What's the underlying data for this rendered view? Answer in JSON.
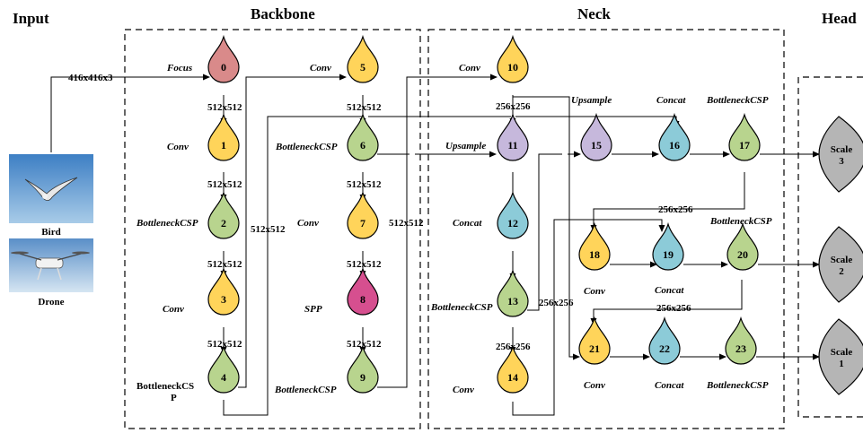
{
  "sections": {
    "input": "Input",
    "backbone": "Backbone",
    "neck": "Neck",
    "head": "Head"
  },
  "input": {
    "size": "416x416x3",
    "images": [
      "Bird",
      "Drone"
    ]
  },
  "colors": {
    "focus": "#d98a8a",
    "conv": "#ffd45a",
    "csp": "#b8d48e",
    "spp": "#d64f8f",
    "upsample": "#c6b8dc",
    "concat": "#8ccbd8",
    "scale": "#b5b5b5"
  },
  "nodes": [
    {
      "id": "0",
      "label": "Focus",
      "color": "focus"
    },
    {
      "id": "1",
      "label": "Conv",
      "color": "conv"
    },
    {
      "id": "2",
      "label": "BottleneckCSP",
      "color": "csp"
    },
    {
      "id": "3",
      "label": "Conv",
      "color": "conv"
    },
    {
      "id": "4",
      "label": "BottleneckCS P",
      "color": "csp"
    },
    {
      "id": "5",
      "label": "Conv",
      "color": "conv"
    },
    {
      "id": "6",
      "label": "BottleneckCSP",
      "color": "csp"
    },
    {
      "id": "7",
      "label": "Conv",
      "color": "conv"
    },
    {
      "id": "8",
      "label": "SPP",
      "color": "spp"
    },
    {
      "id": "9",
      "label": "BottleneckCSP",
      "color": "csp"
    },
    {
      "id": "10",
      "label": "Conv",
      "color": "conv"
    },
    {
      "id": "11",
      "label": "Upsample",
      "color": "upsample"
    },
    {
      "id": "12",
      "label": "Concat",
      "color": "concat"
    },
    {
      "id": "13",
      "label": "BottleneckCSP",
      "color": "csp"
    },
    {
      "id": "14",
      "label": "Conv",
      "color": "conv"
    },
    {
      "id": "15",
      "label": "Upsample",
      "color": "upsample"
    },
    {
      "id": "16",
      "label": "Concat",
      "color": "concat"
    },
    {
      "id": "17",
      "label": "BottleneckCSP",
      "color": "csp"
    },
    {
      "id": "18",
      "label": "Conv",
      "color": "conv"
    },
    {
      "id": "19",
      "label": "Concat",
      "color": "concat"
    },
    {
      "id": "20",
      "label": "BottleneckCSP",
      "color": "csp"
    },
    {
      "id": "21",
      "label": "Conv",
      "color": "conv"
    },
    {
      "id": "22",
      "label": "Concat",
      "color": "concat"
    },
    {
      "id": "23",
      "label": "BottleneckCSP",
      "color": "csp"
    }
  ],
  "scales": [
    {
      "label": "Scale",
      "id": "3"
    },
    {
      "label": "Scale",
      "id": "2"
    },
    {
      "label": "Scale",
      "id": "1"
    }
  ],
  "dims": {
    "d512": "512x512",
    "d256": "256x256"
  }
}
